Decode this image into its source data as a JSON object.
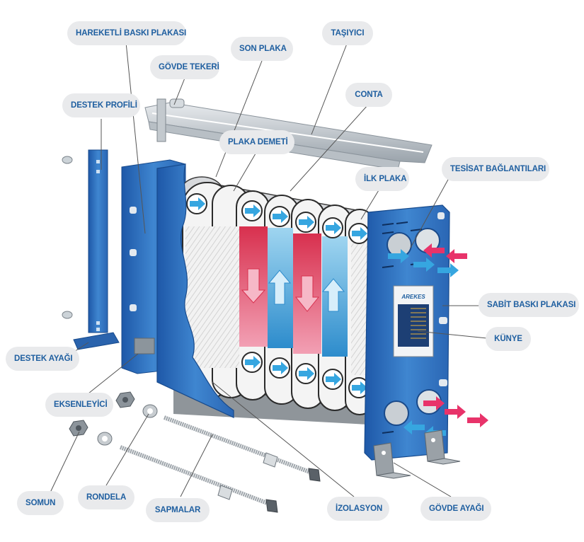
{
  "labels": {
    "hareketli_baski_plakasi": "HAREKETLİ BASKI PLAKASI",
    "son_plaka": "SON PLAKA",
    "tasiyici": "TAŞIYICI",
    "govde_tekeri": "GÖVDE TEKERİ",
    "conta": "CONTA",
    "destek_profili": "DESTEK PROFİLİ",
    "plaka_demeti": "PLAKA DEMETİ",
    "ilk_plaka": "İLK PLAKA",
    "tesisat_baglantilari": "TESİSAT BAĞLANTILARI",
    "sabit_baski_plakasi": "SABİT BASKI PLAKASI",
    "kunye": "KÜNYE",
    "destek_ayagi": "DESTEK AYAĞI",
    "eksenleyici": "EKSENLEYİCİ",
    "somun": "SOMUN",
    "rondela": "RONDELA",
    "sapmalar": "SAPMALAR",
    "izolasyon": "İZOLASYON",
    "govde_ayagi": "GÖVDE AYAĞI"
  },
  "brand": "AREKES",
  "colors": {
    "callout_bg": "#e9eaec",
    "callout_text": "#1f5fa0",
    "frame_blue": "#2f6fbf",
    "hot_arrow": "#e8336a",
    "cold_arrow": "#36a6e0"
  }
}
